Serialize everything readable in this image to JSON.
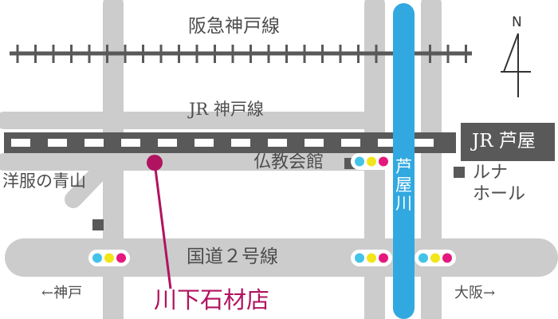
{
  "map": {
    "lines": {
      "hankyu": "阪急神戸線",
      "jr": "JR 神戸線",
      "route2": "国道２号線"
    },
    "river": "芦屋川",
    "stations": {
      "jr_ashiya": "JR 芦屋"
    },
    "landmarks": {
      "yofuku": "洋服の青山",
      "bukkyo": "仏教会館",
      "luna_1": "ルナ",
      "luna_2": "ホール"
    },
    "destination": "川下石材店",
    "directions": {
      "west": "←神戸",
      "east": "大阪→"
    },
    "compass": "N",
    "colors": {
      "road": "#cccccc",
      "river": "#31a9e0",
      "destination": "#b0135f",
      "station_box": "#595959",
      "track": "#595959",
      "signal_cyan": "#43c3e8",
      "signal_yellow": "#f2e61a",
      "signal_magenta": "#e5197d"
    }
  }
}
